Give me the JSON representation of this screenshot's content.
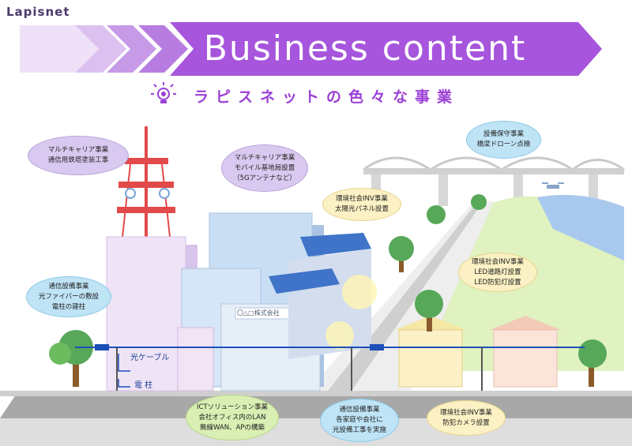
{
  "brand": {
    "logo_text": "Lapisnet"
  },
  "banner": {
    "title": "Business content"
  },
  "subtitle": {
    "text": "ラピスネットの色々な事業",
    "icon": "lightbulb-icon"
  },
  "colors": {
    "banner_purple": "#a655dc",
    "banner_light": "#e6d3f4",
    "road": "#9a9a9a",
    "cable": "#1c4fb8",
    "subtitle": "#9b3fd6"
  },
  "callouts": [
    {
      "id": "multicarrier-tower",
      "text": "マルチキャリア事業\n通信用鉄塔塗装工事",
      "color": "purple"
    },
    {
      "id": "multicarrier-base",
      "text": "マルチキャリア事業\nモバイル基地局設置\n（5Gアンテナなど）",
      "color": "purple"
    },
    {
      "id": "solar",
      "text": "環境社会INV事業\n太陽光パネル設置",
      "color": "yellow"
    },
    {
      "id": "drone",
      "text": "設備保守事業\n橋梁ドローン点検",
      "color": "blue"
    },
    {
      "id": "led",
      "text": "環境社会INV事業\nLED道路灯設置\nLED防犯灯設置",
      "color": "yellow"
    },
    {
      "id": "fiber",
      "text": "通信設備事業\n光ファイバーの敷設\n電柱の建柱",
      "color": "blue"
    },
    {
      "id": "ict",
      "text": "ICTソリューション事業\n会社オフィス内のLAN\n無線WAN、APの構築",
      "color": "green"
    },
    {
      "id": "home-fiber",
      "text": "通信設備事業\n各家庭や会社に\n光設備工事を実施",
      "color": "blue"
    },
    {
      "id": "camera",
      "text": "環境社会INV事業\n防犯カメラ設置",
      "color": "yellow"
    }
  ],
  "labels": {
    "cable": "光ケーブル",
    "pole": "電 柱",
    "company_sign": "〇△□株式会社"
  }
}
